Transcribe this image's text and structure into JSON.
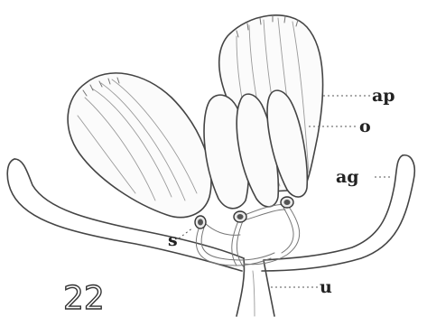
{
  "figure": {
    "number": "22",
    "labels": {
      "ap": "ap",
      "o": "o",
      "ag": "ag",
      "s": "s",
      "u": "u"
    }
  }
}
